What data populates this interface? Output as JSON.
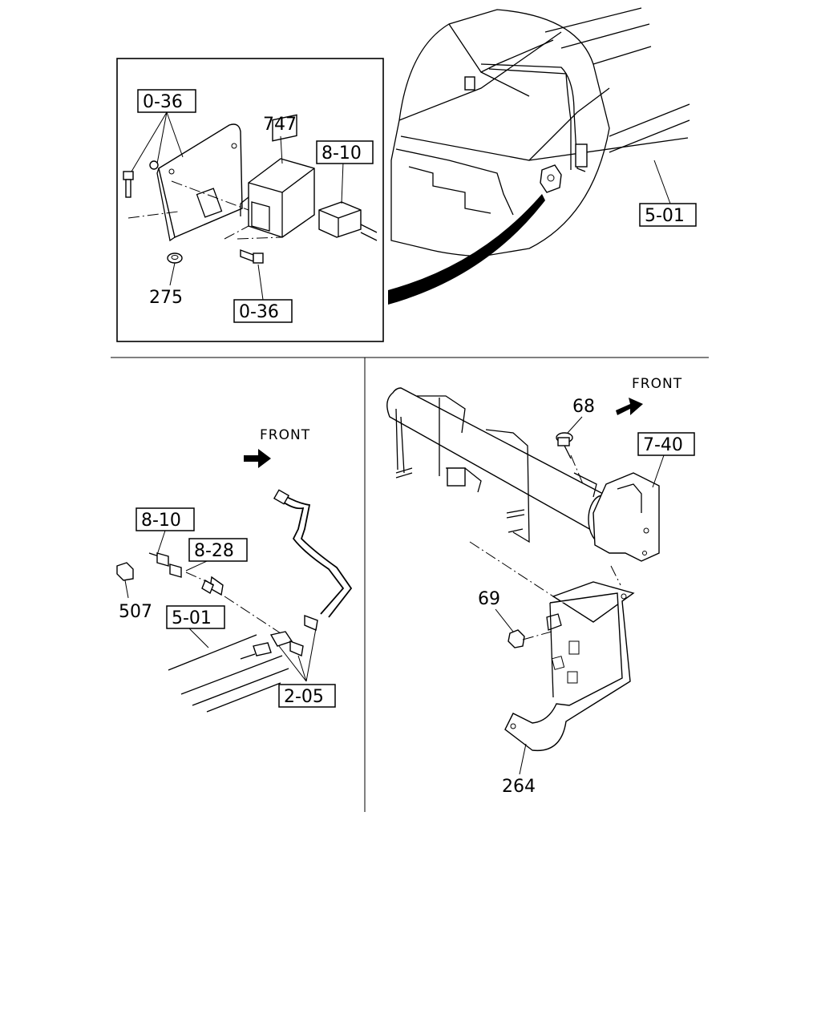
{
  "labels": {
    "inset_top": "0-36",
    "inset_747": "747",
    "inset_810": "8-10",
    "inset_275": "275",
    "inset_bottom": "0-36",
    "frame_501": "5-01",
    "left_front": "FRONT",
    "left_810": "8-10",
    "left_828": "8-28",
    "left_507": "507",
    "left_501": "5-01",
    "left_205": "2-05",
    "right_front": "FRONT",
    "right_68": "68",
    "right_740": "7-40",
    "right_69": "69",
    "right_264": "264"
  }
}
